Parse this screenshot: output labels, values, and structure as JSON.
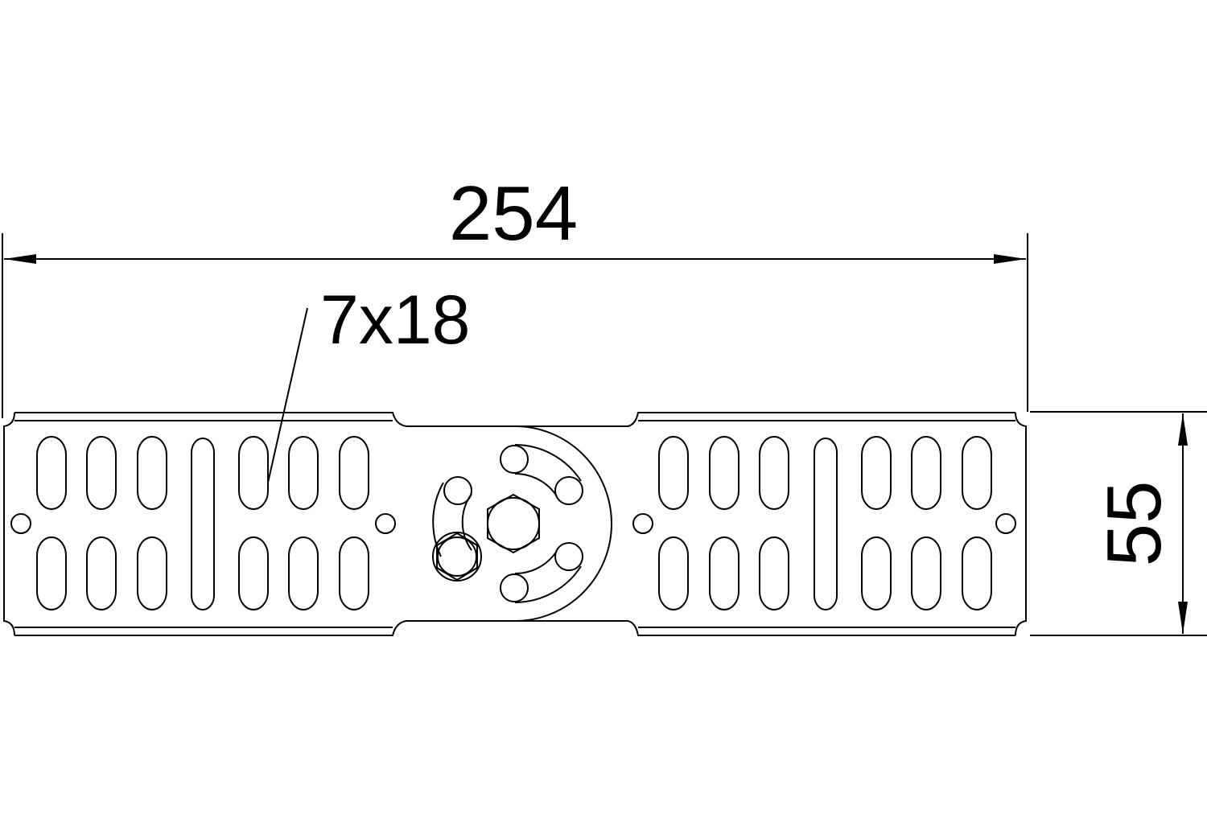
{
  "dimensions": {
    "length": "254",
    "slot_size": "7x18",
    "height": "55"
  },
  "colors": {
    "line": "#000000",
    "background": "#ffffff"
  }
}
